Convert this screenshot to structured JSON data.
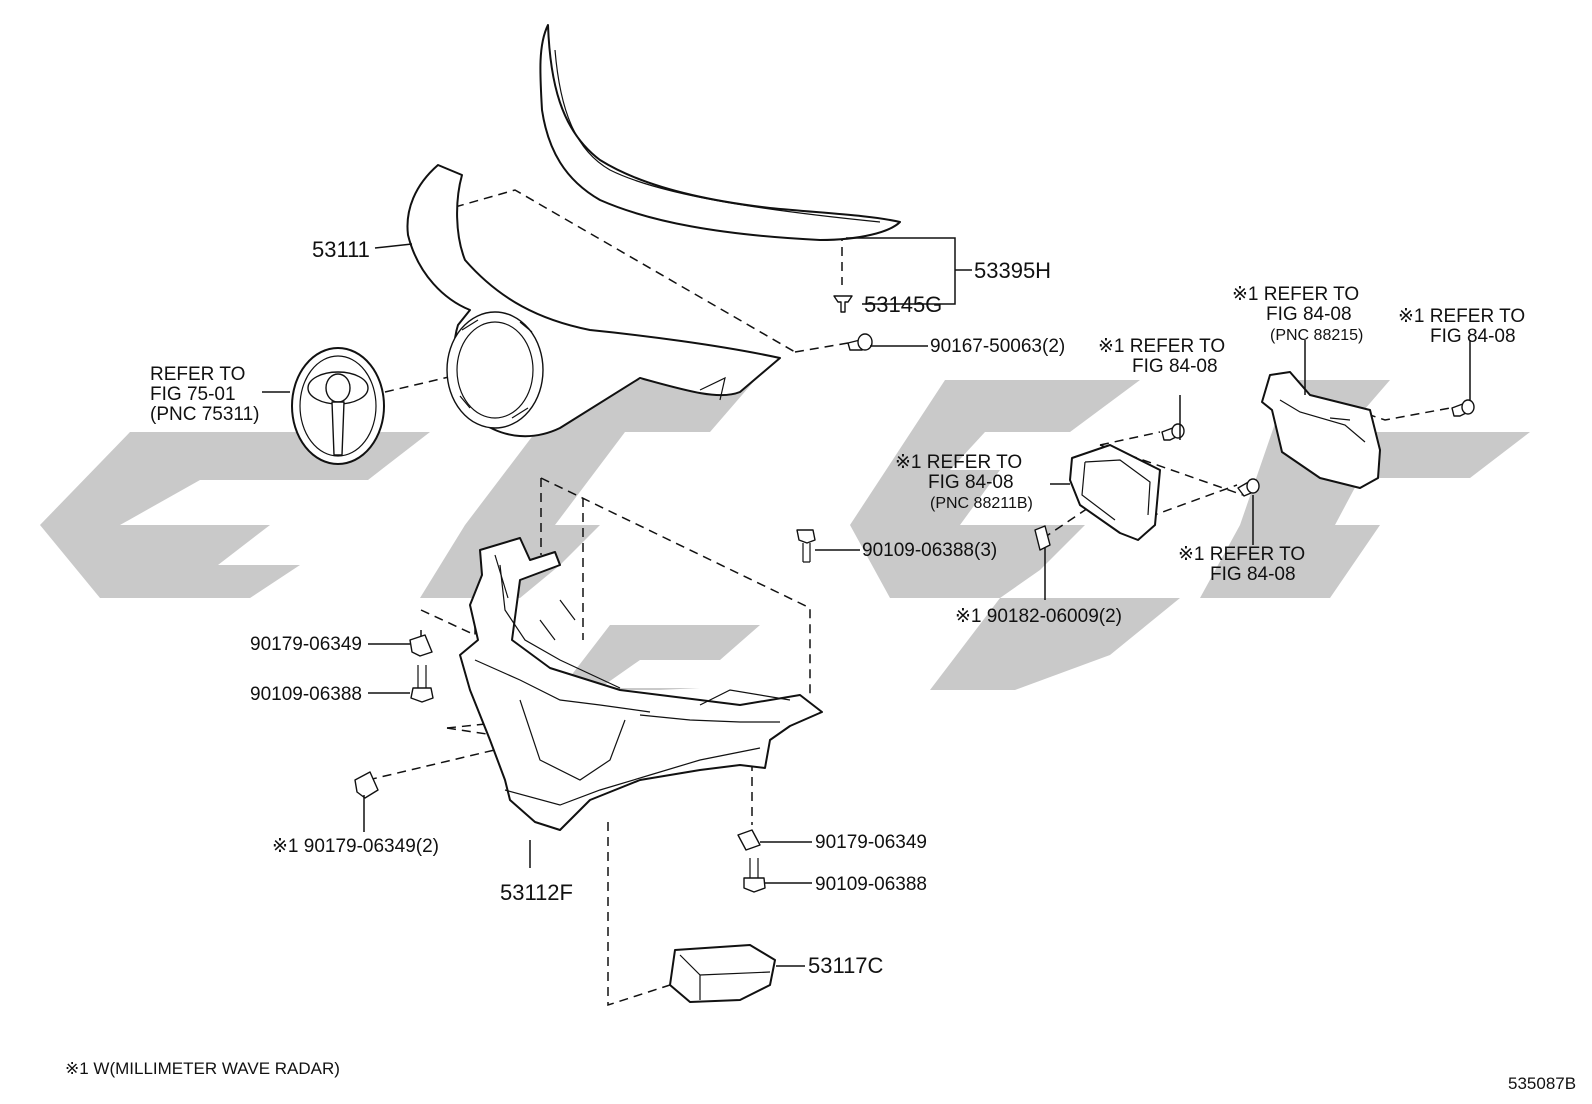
{
  "diagram_id": "535087B",
  "footnote": "※1 W(MILLIMETER WAVE RADAR)",
  "colors": {
    "line": "#111111",
    "watermark": "#c9c9c9",
    "background": "#ffffff"
  },
  "parts": {
    "p53111": "53111",
    "p53395H": "53395H",
    "p53145G": "53145G",
    "p90167": "90167-50063(2)",
    "p90109_3": "90109-06388(3)",
    "p90182": "※1 90182-06009(2)",
    "p90179_left": "90179-06349",
    "p90109_left": "90109-06388",
    "p90179_2": "※1 90179-06349(2)",
    "p53112F": "53112F",
    "p90179_bottom": "90179-06349",
    "p90109_bottom": "90109-06388",
    "p53117C": "53117C"
  },
  "refs": {
    "emblem": {
      "line1": "REFER TO",
      "line2": "FIG 75-01",
      "line3": "(PNC 75311)"
    },
    "radar_sensor": {
      "line1": "※1 REFER TO",
      "line2": "FIG 84-08",
      "line3": "(PNC 88211B)"
    },
    "bolt_upper": {
      "line1": "※1 REFER TO",
      "line2": "FIG 84-08"
    },
    "bracket": {
      "line1": "※1 REFER TO",
      "line2": "FIG 84-08",
      "line3": "(PNC 88215)"
    },
    "bolt_right": {
      "line1": "※1 REFER TO",
      "line2": "FIG 84-08"
    },
    "bolt_lower": {
      "line1": "※1 REFER TO",
      "line2": "FIG 84-08"
    }
  }
}
